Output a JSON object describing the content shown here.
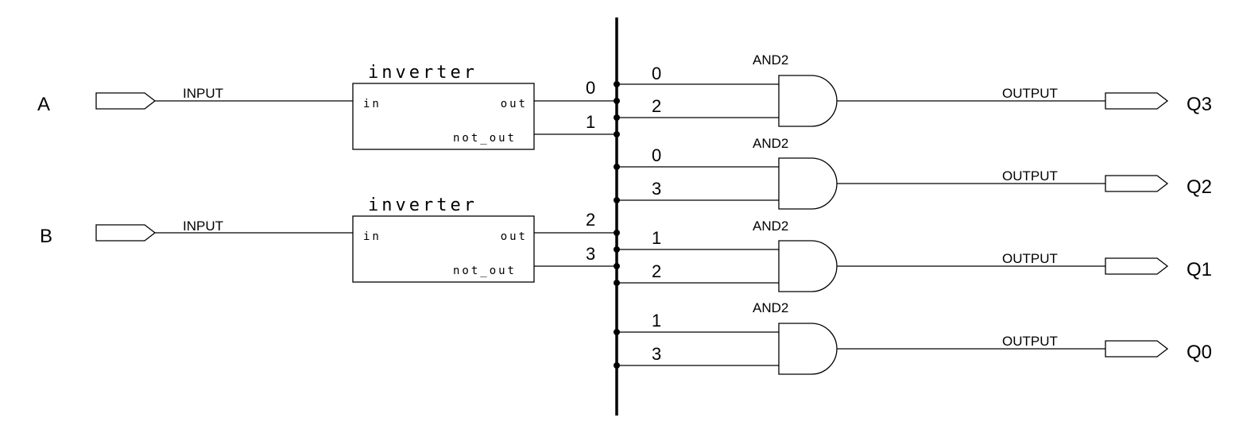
{
  "inputs": [
    {
      "signal": "A",
      "pin_label": "INPUT"
    },
    {
      "signal": "B",
      "pin_label": "INPUT"
    }
  ],
  "inverters": [
    {
      "title": "inverter",
      "port_in": "in",
      "port_out": "out",
      "port_not_out": "not_out",
      "out_index": "0",
      "not_out_index": "1"
    },
    {
      "title": "inverter",
      "port_in": "in",
      "port_out": "out",
      "port_not_out": "not_out",
      "out_index": "2",
      "not_out_index": "3"
    }
  ],
  "gates": [
    {
      "type": "AND2",
      "in_top": "0",
      "in_bottom": "2",
      "out_label": "OUTPUT",
      "output": "Q3"
    },
    {
      "type": "AND2",
      "in_top": "0",
      "in_bottom": "3",
      "out_label": "OUTPUT",
      "output": "Q2"
    },
    {
      "type": "AND2",
      "in_top": "1",
      "in_bottom": "2",
      "out_label": "OUTPUT",
      "output": "Q1"
    },
    {
      "type": "AND2",
      "in_top": "1",
      "in_bottom": "3",
      "out_label": "OUTPUT",
      "output": "Q0"
    }
  ]
}
